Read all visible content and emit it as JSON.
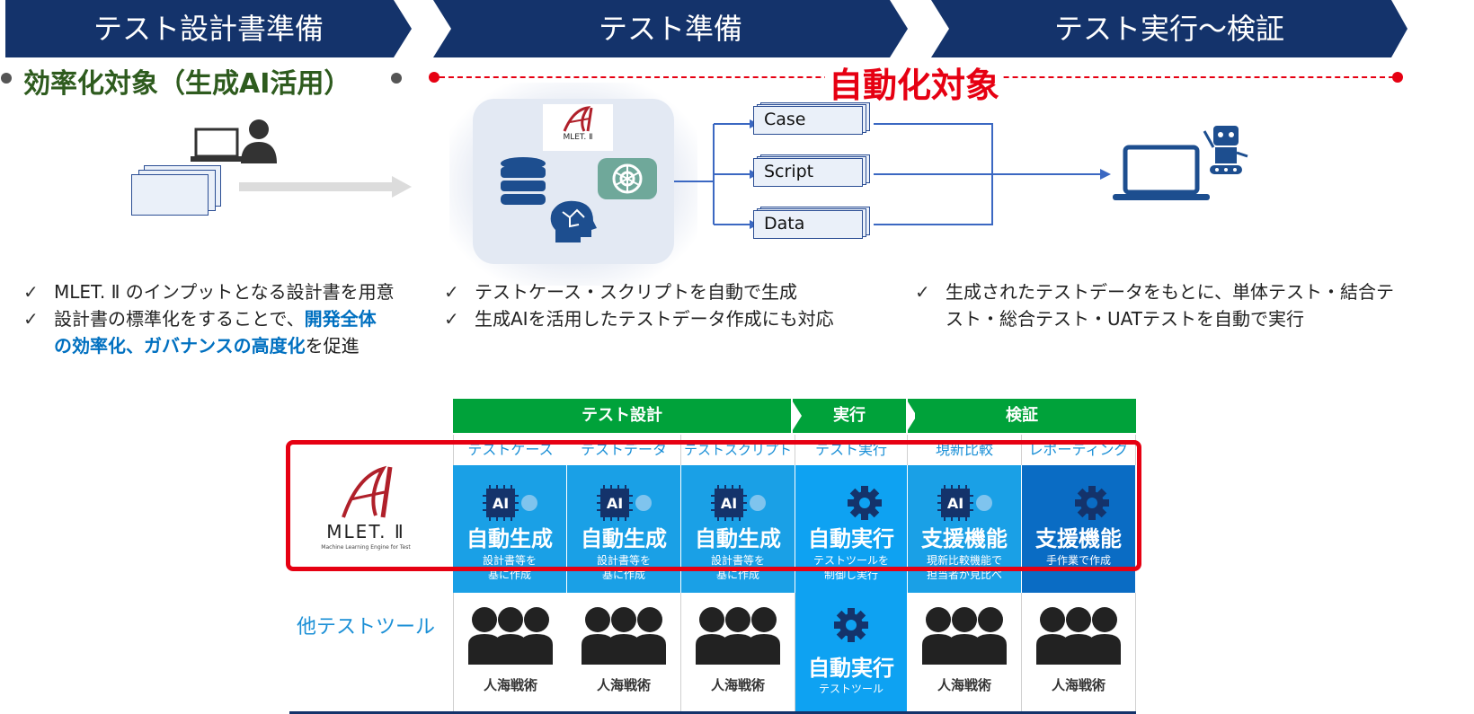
{
  "phases": [
    {
      "label": "テスト設計書準備"
    },
    {
      "label": "テスト準備"
    },
    {
      "label": "テスト実行～検証"
    }
  ],
  "efficiency_title": "効率化対象（生成AI活用）",
  "automation_title": "自動化対象",
  "logo_text": "MLET. Ⅱ",
  "logo_subtext": "Machine Learning Engine for Test",
  "outputs": [
    "Case",
    "Script",
    "Data"
  ],
  "bullets_left": [
    {
      "pre": "MLET. Ⅱ のインプットとなる設計書を用意"
    },
    {
      "pre": "設計書の標準化をすることで、",
      "hl1": "開発全体",
      "line2_hl": "の効率化、ガバナンスの高度化",
      "post": "を促進"
    }
  ],
  "bullets_mid": [
    "テストケース・スクリプトを自動で生成",
    "生成AIを活用したテストデータ作成にも対応"
  ],
  "bullets_right": {
    "line1": "生成されたテストデータをもとに、単体テスト・結合テ",
    "line2": "スト・総合テスト・UATテストを自動で実行"
  },
  "check_mark": "✓",
  "table": {
    "groups": [
      "テスト設計",
      "実行",
      "検証"
    ],
    "columns": [
      "テストケース",
      "テストデータ",
      "テストスクリプト※",
      "テスト実行",
      "現新比較",
      "レポーティング"
    ],
    "mlet_row": [
      {
        "title": "自動生成",
        "desc1": "設計書等を",
        "desc2": "基に作成",
        "icon": "ai-chip-icon"
      },
      {
        "title": "自動生成",
        "desc1": "設計書等を",
        "desc2": "基に作成",
        "icon": "ai-chip-icon"
      },
      {
        "title": "自動生成",
        "desc1": "設計書等を",
        "desc2": "基に作成",
        "icon": "ai-chip-icon"
      },
      {
        "title": "自動実行",
        "desc1": "テストツールを",
        "desc2": "制御し実行",
        "icon": "gear-icon"
      },
      {
        "title": "支援機能",
        "desc1": "現新比較機能で",
        "desc2": "担当者が見比べ",
        "icon": "ai-chip-icon"
      },
      {
        "title": "支援機能",
        "desc1": "手作業で作成",
        "desc2": "",
        "icon": "gear-icon"
      }
    ],
    "ai_label": "AI",
    "other_tool_label": "他テストツール",
    "other_row": [
      "人海戦術",
      "人海戦術",
      "人海戦術",
      "自動実行",
      "人海戦術",
      "人海戦術"
    ],
    "other_exec_desc": "テストツール"
  },
  "colors": {
    "navy": "#14336b",
    "green": "#00a23a",
    "cell_blue": "#1aa0e6",
    "cell_dark": "#0a6cc4",
    "red": "#e60012"
  }
}
